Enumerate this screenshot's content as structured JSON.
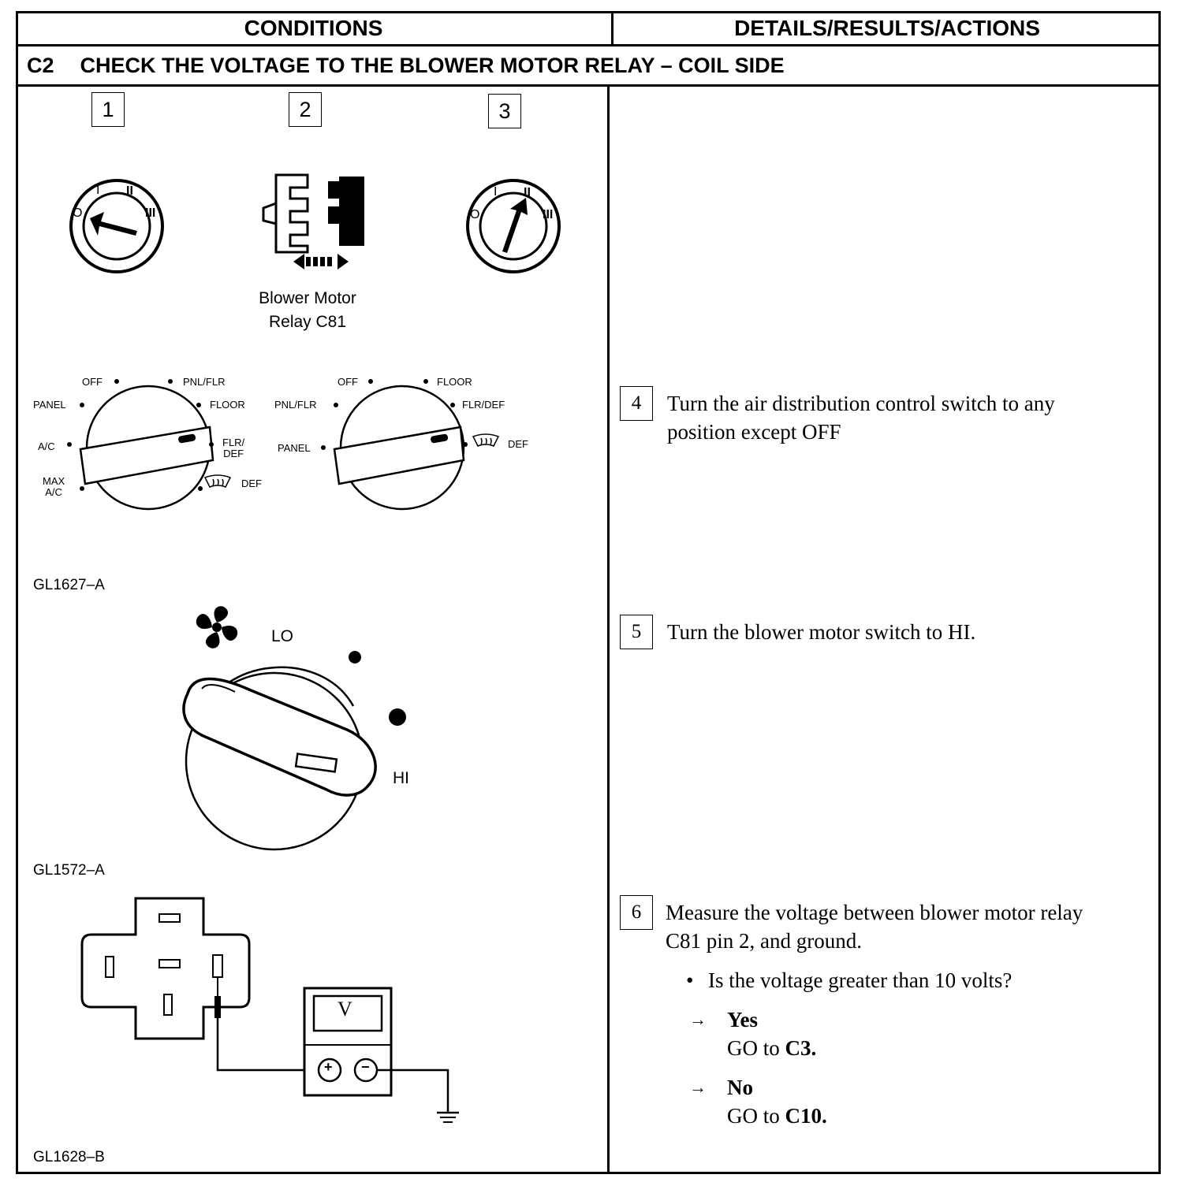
{
  "header": {
    "conditions": "CONDITIONS",
    "details": "DETAILS/RESULTS/ACTIONS"
  },
  "step": {
    "code": "C2",
    "title": "CHECK THE VOLTAGE TO THE BLOWER MOTOR RELAY – COIL SIDE"
  },
  "figures": {
    "fig1": {
      "boxes": [
        "1",
        "2",
        "3"
      ],
      "ignition_marks": [
        "O",
        "I",
        "II",
        "III"
      ],
      "relay_caption_line1": "Blower Motor",
      "relay_caption_line2": "Relay C81",
      "dial_a": {
        "off": "OFF",
        "pnl_flr": "PNL/FLR",
        "panel": "PANEL",
        "floor": "FLOOR",
        "ac": "A/C",
        "flr_def_1": "FLR/",
        "flr_def_2": "DEF",
        "max_ac_1": "MAX",
        "max_ac_2": "A/C",
        "def": "DEF"
      },
      "dial_b": {
        "off": "OFF",
        "floor": "FLOOR",
        "pnl_flr": "PNL/FLR",
        "flr_def": "FLR/DEF",
        "panel": "PANEL",
        "def": "DEF"
      },
      "id": "GL1627–A"
    },
    "fig2": {
      "lo": "LO",
      "hi": "HI",
      "id": "GL1572–A"
    },
    "fig3": {
      "meter": "V",
      "plus": "+",
      "minus": "−",
      "id": "GL1628–B"
    }
  },
  "actions": {
    "a4": {
      "num": "4",
      "line1": "Turn the air distribution control switch to any",
      "line2": "position except OFF"
    },
    "a5": {
      "num": "5",
      "line1": "Turn the blower motor switch to HI."
    },
    "a6": {
      "num": "6",
      "line1": "Measure the voltage between blower motor relay",
      "line2": "C81 pin 2, and ground.",
      "bullet": "•",
      "question": "Is the voltage greater than 10 volts?",
      "arrow": "→",
      "yes": "Yes",
      "yes_goto_prefix": "GO to ",
      "yes_goto": "C3.",
      "no": "No",
      "no_goto_prefix": "GO to ",
      "no_goto": "C10."
    }
  }
}
